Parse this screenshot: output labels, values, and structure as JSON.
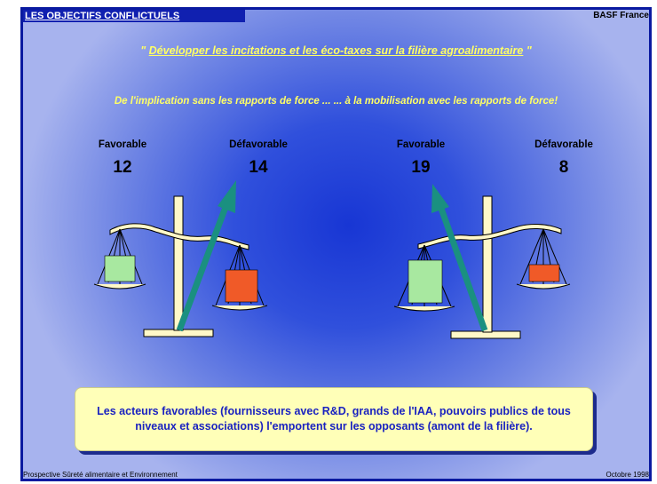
{
  "header": {
    "title": "LES OBJECTIFS CONFLICTUELS",
    "org": "BASF France"
  },
  "subtitle": {
    "open_quote": "\"",
    "text": "Développer les incitations et les éco-taxes sur la filière agroalimentaire",
    "close_quote": "\""
  },
  "implication_line": "De l'implication sans les rapports de force ...     ... à la mobilisation avec les rapports de force!",
  "left_balance": {
    "favorable_label": "Favorable",
    "favorable_value": "12",
    "defavorable_label": "Défavorable",
    "defavorable_value": "14"
  },
  "right_balance": {
    "favorable_label": "Favorable",
    "favorable_value": "19",
    "defavorable_label": "Défavorable",
    "defavorable_value": "8"
  },
  "conclusion": "Les acteurs favorables (fournisseurs avec R&D, grands de l'IAA, pouvoirs publics de tous niveaux et associations)  l'emportent sur les opposants (amont de la filière).",
  "footer": {
    "left": "Prospective Sûreté alimentaire et Environnement",
    "right": "Octobre 1998"
  },
  "colors": {
    "yellow_text": "#ffff66",
    "arrow": "#1a9080",
    "favorable_weight": "#a8e8a0",
    "defavorable_weight": "#f05a28",
    "balance": "#fff8c8"
  }
}
